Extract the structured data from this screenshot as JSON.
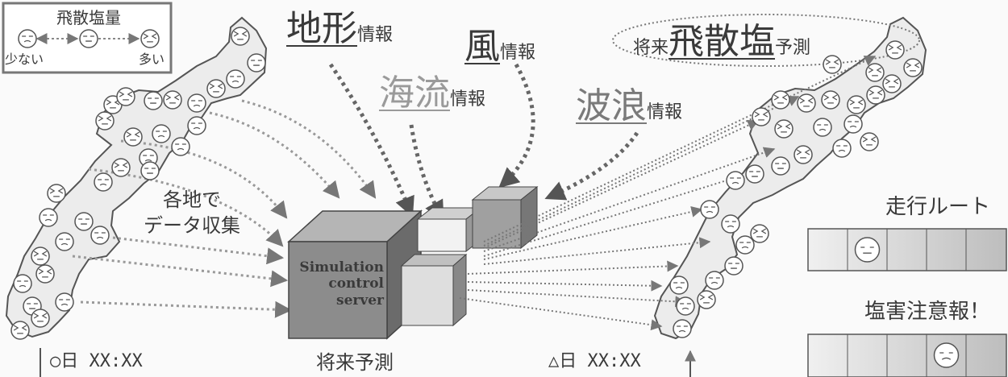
{
  "legend": {
    "title": "飛散塩量",
    "left_label": "少ない",
    "right_label": "多い"
  },
  "inputs": {
    "terrain": {
      "main": "地形",
      "suffix": "情報"
    },
    "current": {
      "main": "海流",
      "suffix": "情報"
    },
    "wind": {
      "main": "風",
      "suffix": "情報"
    },
    "wave": {
      "main": "波浪",
      "suffix": "情報"
    }
  },
  "prediction": {
    "prefix": "将来",
    "main": "飛散塩",
    "suffix": "予測"
  },
  "collection_label": "各地で\nデータ収集",
  "server": {
    "line1": "Simulation",
    "line2": "control",
    "line3": "server"
  },
  "timeline": {
    "start": "○日 XX:XX",
    "middle": "将来予測",
    "end": "△日 XX:XX"
  },
  "route": {
    "title": "走行ルート",
    "face_cell": 2
  },
  "alert": {
    "title": "塩害注意報！",
    "face_cell": 4
  }
}
